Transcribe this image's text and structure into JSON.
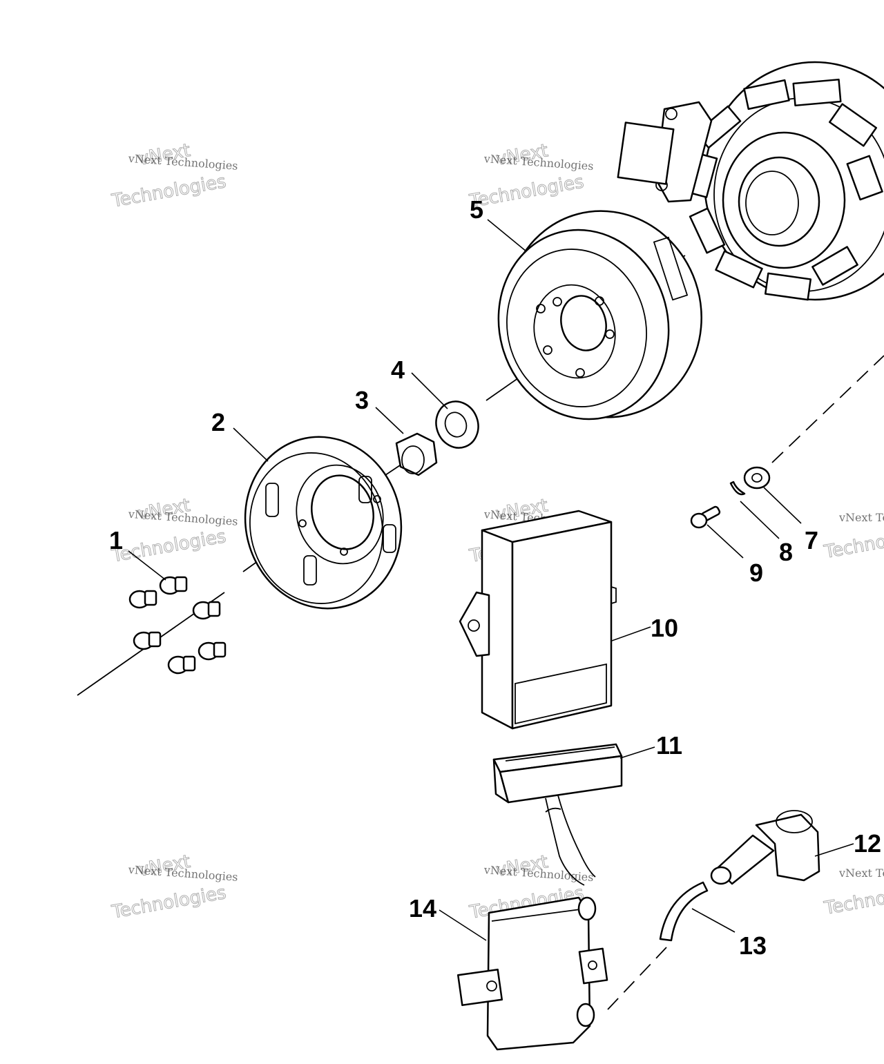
{
  "watermark": {
    "line1": "vNext Technologies",
    "line2": "vNext",
    "line3": "Technologies"
  },
  "callouts": {
    "c1": "1",
    "c2": "2",
    "c3": "3",
    "c4": "4",
    "c5": "5",
    "c7": "7",
    "c8": "8",
    "c9": "9",
    "c10": "10",
    "c11": "11",
    "c12": "12",
    "c13": "13",
    "c14": "14"
  },
  "colors": {
    "line": "#000000",
    "background": "#ffffff",
    "watermark": "#9a9a9a"
  }
}
